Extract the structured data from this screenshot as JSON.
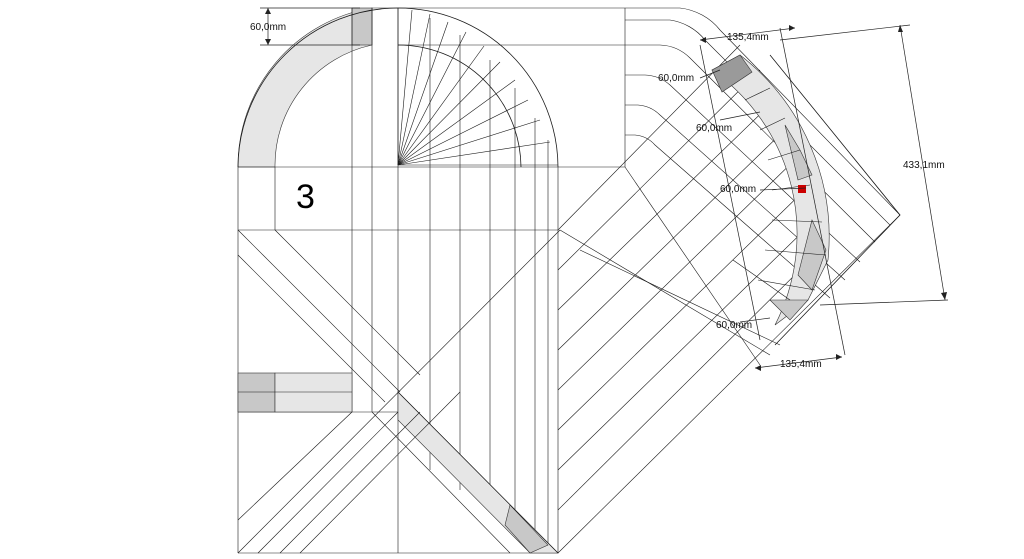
{
  "drawing": {
    "sheet_number": "3",
    "dimensions": {
      "top_left_thickness": "60,0mm",
      "width_top": "135,4mm",
      "width_bottom": "135,4mm",
      "height_total": "433,1mm",
      "thickness_1": "60,0mm",
      "thickness_2": "60,0mm",
      "thickness_3": "60,0mm",
      "thickness_4": "60,0mm"
    },
    "colors": {
      "line": "#1a1a1a",
      "light_fill": "#e6e6e6",
      "mid_fill": "#c8c8c8",
      "dark_fill": "#9a9a9a",
      "marker": "#cc0000"
    }
  }
}
